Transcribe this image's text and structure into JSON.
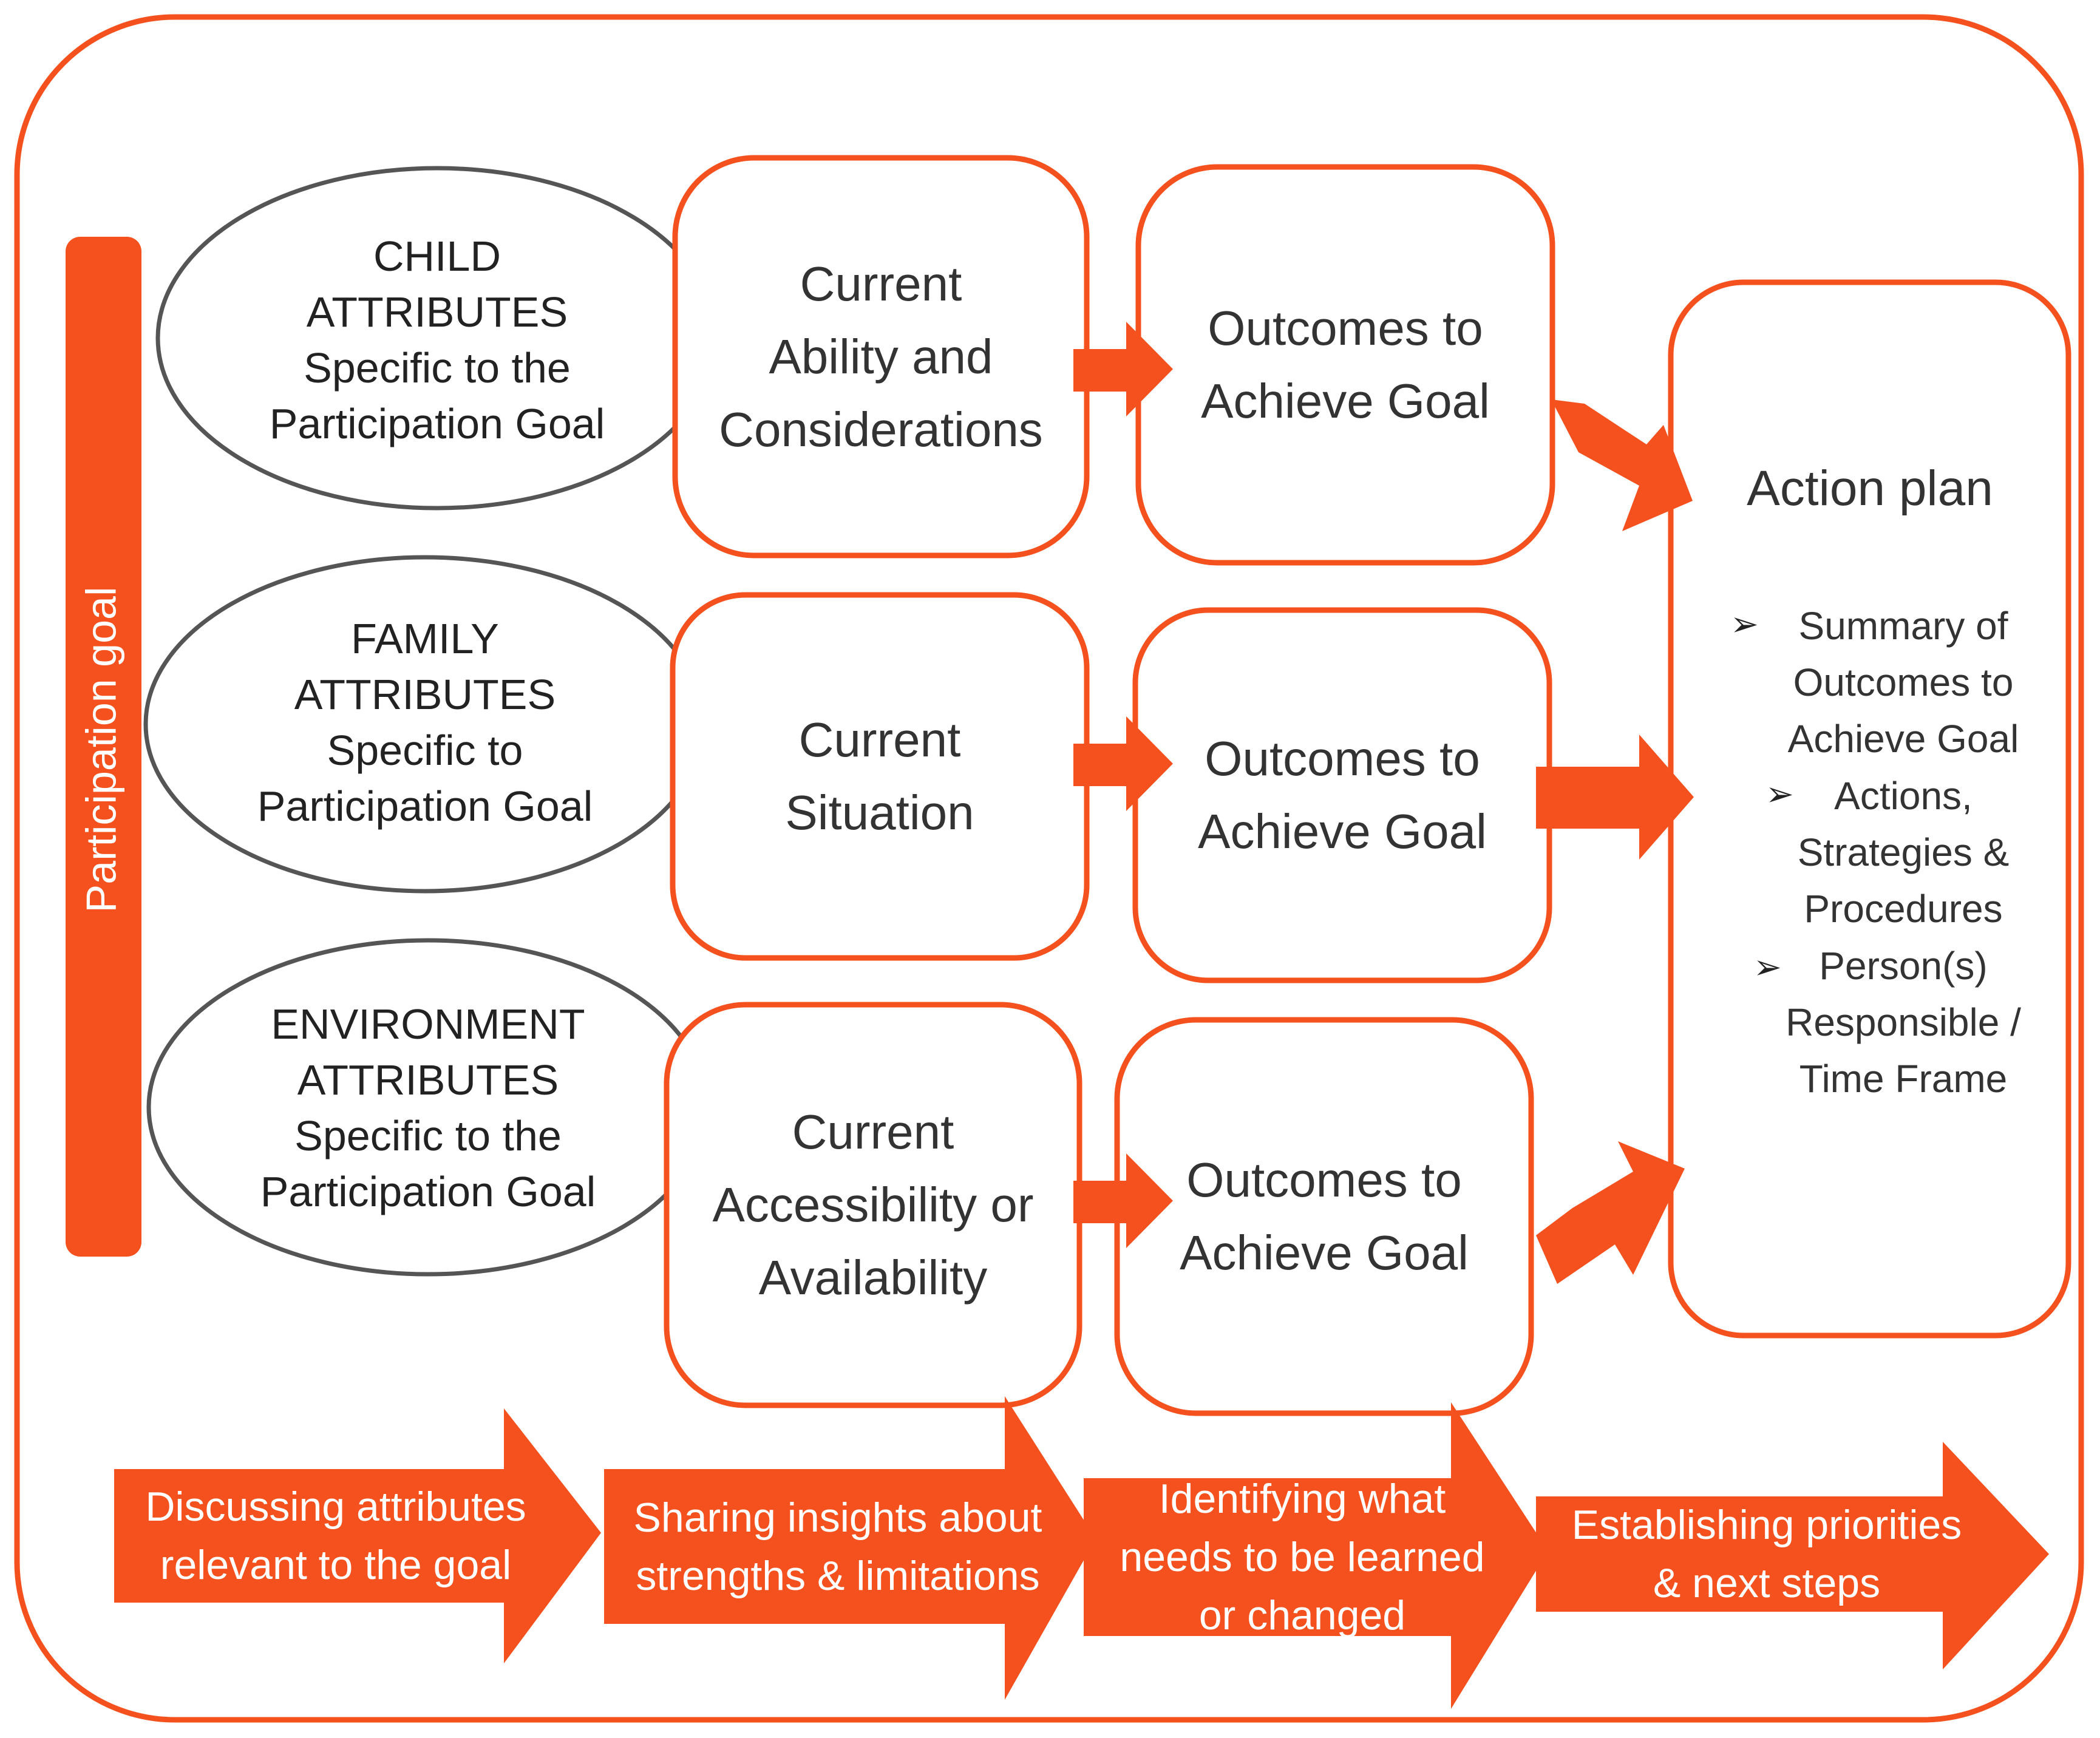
{
  "colors": {
    "accent": "#f4511e",
    "ellipse_stroke": "#555555",
    "text": "#333333"
  },
  "side_label": "Participation goal",
  "attributes": [
    {
      "lines": [
        "CHILD",
        "ATTRIBUTES",
        "Specific to the",
        "Participation Goal"
      ]
    },
    {
      "lines": [
        "FAMILY",
        "ATTRIBUTES",
        "Specific to",
        "Participation Goal"
      ]
    },
    {
      "lines": [
        "ENVIRONMENT",
        "ATTRIBUTES",
        "Specific to the",
        "Participation Goal"
      ]
    }
  ],
  "current": [
    {
      "lines": [
        "Current",
        "Ability and",
        "Considerations"
      ]
    },
    {
      "lines": [
        "Current",
        "Situation"
      ]
    },
    {
      "lines": [
        "Current",
        "Accessibility or",
        "Availability"
      ]
    }
  ],
  "outcomes": [
    {
      "lines": [
        "Outcomes to",
        "Achieve Goal"
      ]
    },
    {
      "lines": [
        "Outcomes to",
        "Achieve Goal"
      ]
    },
    {
      "lines": [
        "Outcomes to",
        "Achieve Goal"
      ]
    }
  ],
  "action_plan": {
    "title": "Action plan",
    "items": [
      {
        "lines": [
          "Summary of",
          "Outcomes to",
          "Achieve Goal"
        ]
      },
      {
        "lines": [
          "Actions,",
          "Strategies &",
          "Procedures"
        ]
      },
      {
        "lines": [
          "Person(s)",
          "Responsible /",
          "Time Frame"
        ]
      }
    ]
  },
  "steps": [
    {
      "lines": [
        "Discussing attributes",
        "relevant to the goal"
      ]
    },
    {
      "lines": [
        "Sharing insights about",
        "strengths & limitations"
      ]
    },
    {
      "lines": [
        "Identifying what",
        "needs to be learned",
        "or changed"
      ]
    },
    {
      "lines": [
        "Establishing priorities",
        "& next steps"
      ]
    }
  ],
  "icons": {
    "bullet": "arrowhead-bullet-icon"
  }
}
